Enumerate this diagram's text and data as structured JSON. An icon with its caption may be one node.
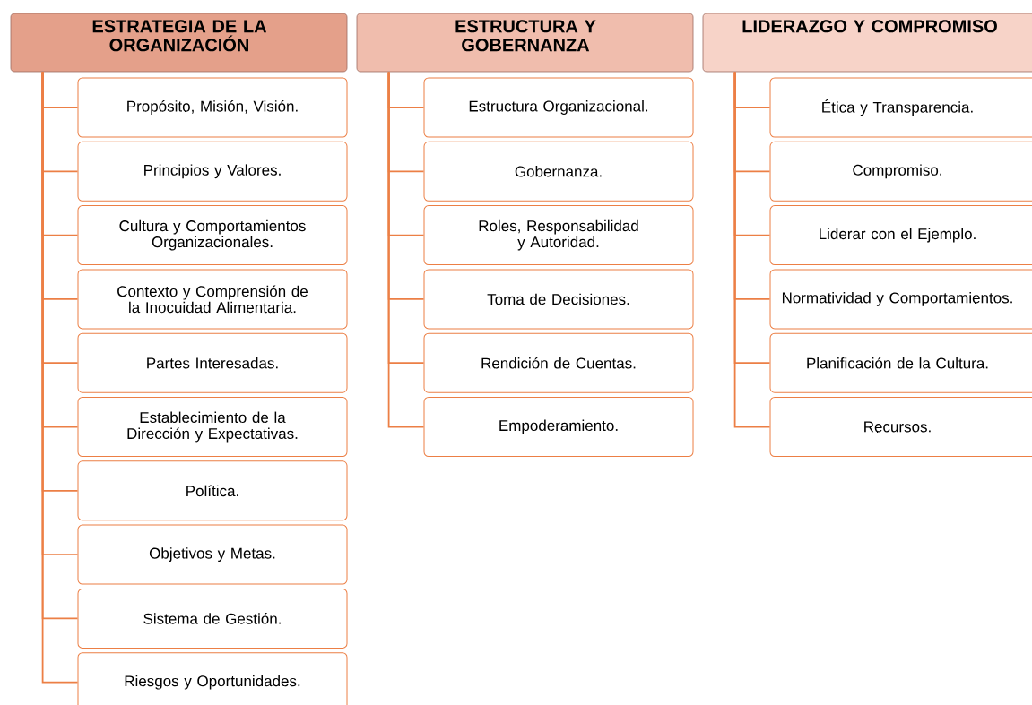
{
  "diagram": {
    "nodes": [
      {
        "text": [
          "ESTRATEGIA DE LA ORGANIZACIÓN"
        ]
      },
      {
        "text": [
          "Propósito, Misión, Visión."
        ]
      },
      {
        "text": [
          "Principios y Valores."
        ]
      },
      {
        "text": [
          "Cultura y Comportamientos Organizacionales."
        ]
      },
      {
        "text": [
          "Contexto y Comprensión de la Inocuidad Alimentaria."
        ]
      },
      {
        "text": [
          "Partes Interesadas."
        ]
      },
      {
        "text": [
          "Establecimiento de la Dirección y Expectativas."
        ]
      },
      {
        "text": [
          "Política."
        ]
      },
      {
        "text": [
          "Objetivos y Metas."
        ]
      },
      {
        "text": [
          "Sistema de Gestión."
        ]
      },
      {
        "text": [
          "Riesgos y Oportunidades."
        ]
      },
      {
        "text": [
          "ESTRUCTURA Y GOBERNANZA"
        ]
      },
      {
        "text": [
          "Estructura Organizacional."
        ]
      },
      {
        "text": [
          "Gobernanza."
        ]
      },
      {
        "text": [
          "Roles, Responsabilidad y Autoridad."
        ]
      },
      {
        "text": [
          "Toma de Decisiones."
        ]
      },
      {
        "text": [
          "Rendición de Cuentas."
        ]
      },
      {
        "text": [
          "Empoderamiento."
        ]
      },
      {
        "text": [
          "LIDERAZGO Y COMPROMISO"
        ]
      },
      {
        "text": [
          "Ética y Transparencia."
        ]
      },
      {
        "text": [
          "Compromiso."
        ]
      },
      {
        "text": [
          "Liderar con el Ejemplo."
        ]
      },
      {
        "text": [
          "Normatividad y Comportamientos."
        ]
      },
      {
        "text": [
          "Planificación de la Cultura."
        ]
      },
      {
        "text": [
          "Recursos."
        ]
      }
    ],
    "edges": [
      {
        "from": 0,
        "to": 1,
        "arrow": "none"
      },
      {
        "from": 0,
        "to": 2,
        "arrow": "none"
      },
      {
        "from": 0,
        "to": 3,
        "arrow": "none"
      },
      {
        "from": 0,
        "to": 4,
        "arrow": "none"
      },
      {
        "from": 0,
        "to": 5,
        "arrow": "none"
      },
      {
        "from": 0,
        "to": 6,
        "arrow": "none"
      },
      {
        "from": 0,
        "to": 7,
        "arrow": "none"
      },
      {
        "from": 0,
        "to": 8,
        "arrow": "none"
      },
      {
        "from": 0,
        "to": 9,
        "arrow": "none"
      },
      {
        "from": 0,
        "to": 10,
        "arrow": "none"
      },
      {
        "from": 11,
        "to": 12,
        "arrow": "none"
      },
      {
        "from": 11,
        "to": 13,
        "arrow": "none"
      },
      {
        "from": 11,
        "to": 14,
        "arrow": "none"
      },
      {
        "from": 11,
        "to": 15,
        "arrow": "none"
      },
      {
        "from": 11,
        "to": 16,
        "arrow": "none"
      },
      {
        "from": 11,
        "to": 17,
        "arrow": "none"
      },
      {
        "from": 18,
        "to": 19,
        "arrow": "none"
      },
      {
        "from": 18,
        "to": 20,
        "arrow": "none"
      },
      {
        "from": 18,
        "to": 21,
        "arrow": "none"
      },
      {
        "from": 18,
        "to": 22,
        "arrow": "none"
      },
      {
        "from": 18,
        "to": 23,
        "arrow": "none"
      },
      {
        "from": 18,
        "to": 24,
        "arrow": "none"
      }
    ]
  }
}
